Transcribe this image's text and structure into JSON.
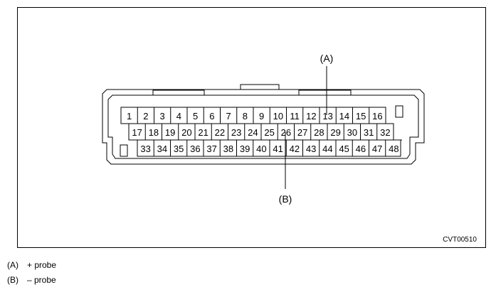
{
  "figure_code": "CVT00510",
  "callouts": {
    "a": "(A)",
    "b": "(B)"
  },
  "pins": {
    "row1": [
      "1",
      "2",
      "3",
      "4",
      "5",
      "6",
      "7",
      "8",
      "9",
      "10",
      "11",
      "12",
      "13",
      "14",
      "15",
      "16"
    ],
    "row2": [
      "17",
      "18",
      "19",
      "20",
      "21",
      "22",
      "23",
      "24",
      "25",
      "26",
      "27",
      "28",
      "29",
      "30",
      "31",
      "32"
    ],
    "row3": [
      "33",
      "34",
      "35",
      "36",
      "37",
      "38",
      "39",
      "40",
      "41",
      "42",
      "43",
      "44",
      "45",
      "46",
      "47",
      "48"
    ]
  },
  "legend": [
    {
      "key": "(A)",
      "text": "+ probe"
    },
    {
      "key": "(B)",
      "text": "– probe"
    }
  ]
}
